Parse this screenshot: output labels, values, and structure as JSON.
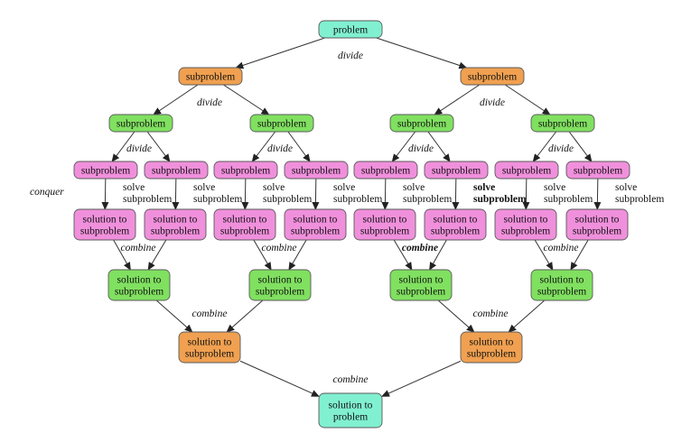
{
  "colors": {
    "problem": "#80f0d0",
    "orange": "#f0a050",
    "green": "#80e060",
    "pink": "#f090dc"
  },
  "nodes": [
    {
      "id": "root",
      "lines": [
        "problem"
      ],
      "color": "problem"
    },
    {
      "id": "L",
      "lines": [
        "subproblem"
      ],
      "color": "orange"
    },
    {
      "id": "R",
      "lines": [
        "subproblem"
      ],
      "color": "orange"
    },
    {
      "id": "LL",
      "lines": [
        "subproblem"
      ],
      "color": "green"
    },
    {
      "id": "LR",
      "lines": [
        "subproblem"
      ],
      "color": "green"
    },
    {
      "id": "RL",
      "lines": [
        "subproblem"
      ],
      "color": "green"
    },
    {
      "id": "RR",
      "lines": [
        "subproblem"
      ],
      "color": "green"
    },
    {
      "id": "p1",
      "lines": [
        "subproblem"
      ],
      "color": "pink"
    },
    {
      "id": "p2",
      "lines": [
        "subproblem"
      ],
      "color": "pink"
    },
    {
      "id": "p3",
      "lines": [
        "subproblem"
      ],
      "color": "pink"
    },
    {
      "id": "p4",
      "lines": [
        "subproblem"
      ],
      "color": "pink"
    },
    {
      "id": "p5",
      "lines": [
        "subproblem"
      ],
      "color": "pink"
    },
    {
      "id": "p6",
      "lines": [
        "subproblem"
      ],
      "color": "pink"
    },
    {
      "id": "p7",
      "lines": [
        "subproblem"
      ],
      "color": "pink"
    },
    {
      "id": "p8",
      "lines": [
        "subproblem"
      ],
      "color": "pink"
    },
    {
      "id": "s1",
      "lines": [
        "solution to",
        "subproblem"
      ],
      "color": "pink"
    },
    {
      "id": "s2",
      "lines": [
        "solution to",
        "subproblem"
      ],
      "color": "pink"
    },
    {
      "id": "s3",
      "lines": [
        "solution to",
        "subproblem"
      ],
      "color": "pink"
    },
    {
      "id": "s4",
      "lines": [
        "solution to",
        "subproblem"
      ],
      "color": "pink"
    },
    {
      "id": "s5",
      "lines": [
        "solution to",
        "subproblem"
      ],
      "color": "pink"
    },
    {
      "id": "s6",
      "lines": [
        "solution to",
        "subproblem"
      ],
      "color": "pink"
    },
    {
      "id": "s7",
      "lines": [
        "solution to",
        "subproblem"
      ],
      "color": "pink"
    },
    {
      "id": "s8",
      "lines": [
        "solution to",
        "subproblem"
      ],
      "color": "pink"
    },
    {
      "id": "g1",
      "lines": [
        "solution to",
        "subproblem"
      ],
      "color": "green"
    },
    {
      "id": "g2",
      "lines": [
        "solution to",
        "subproblem"
      ],
      "color": "green"
    },
    {
      "id": "g3",
      "lines": [
        "solution to",
        "subproblem"
      ],
      "color": "green"
    },
    {
      "id": "g4",
      "lines": [
        "solution to",
        "subproblem"
      ],
      "color": "green"
    },
    {
      "id": "o1",
      "lines": [
        "solution to",
        "subproblem"
      ],
      "color": "orange"
    },
    {
      "id": "o2",
      "lines": [
        "solution to",
        "subproblem"
      ],
      "color": "orange"
    },
    {
      "id": "final",
      "lines": [
        "solution to",
        "problem"
      ],
      "color": "problem"
    }
  ],
  "edges": [
    [
      "root",
      "L"
    ],
    [
      "root",
      "R"
    ],
    [
      "L",
      "LL"
    ],
    [
      "L",
      "LR"
    ],
    [
      "R",
      "RL"
    ],
    [
      "R",
      "RR"
    ],
    [
      "LL",
      "p1"
    ],
    [
      "LL",
      "p2"
    ],
    [
      "LR",
      "p3"
    ],
    [
      "LR",
      "p4"
    ],
    [
      "RL",
      "p5"
    ],
    [
      "RL",
      "p6"
    ],
    [
      "RR",
      "p7"
    ],
    [
      "RR",
      "p8"
    ],
    [
      "p1",
      "s1"
    ],
    [
      "p2",
      "s2"
    ],
    [
      "p3",
      "s3"
    ],
    [
      "p4",
      "s4"
    ],
    [
      "p5",
      "s5"
    ],
    [
      "p6",
      "s6"
    ],
    [
      "p7",
      "s7"
    ],
    [
      "p8",
      "s8"
    ],
    [
      "s1",
      "g1"
    ],
    [
      "s2",
      "g1"
    ],
    [
      "s3",
      "g2"
    ],
    [
      "s4",
      "g2"
    ],
    [
      "s5",
      "g3"
    ],
    [
      "s6",
      "g3"
    ],
    [
      "s7",
      "g4"
    ],
    [
      "s8",
      "g4"
    ],
    [
      "g1",
      "o1"
    ],
    [
      "g2",
      "o1"
    ],
    [
      "g3",
      "o2"
    ],
    [
      "g4",
      "o2"
    ],
    [
      "o1",
      "final"
    ],
    [
      "o2",
      "final"
    ]
  ],
  "labels": [
    {
      "id": "divide-top",
      "text": [
        "divide"
      ],
      "style": "italic"
    },
    {
      "id": "divide-L",
      "text": [
        "divide"
      ],
      "style": "italic"
    },
    {
      "id": "divide-R",
      "text": [
        "divide"
      ],
      "style": "italic"
    },
    {
      "id": "divide-LL",
      "text": [
        "divide"
      ],
      "style": "italic"
    },
    {
      "id": "divide-LR",
      "text": [
        "divide"
      ],
      "style": "italic"
    },
    {
      "id": "divide-RL",
      "text": [
        "divide"
      ],
      "style": "italic"
    },
    {
      "id": "divide-RR",
      "text": [
        "divide"
      ],
      "style": "italic"
    },
    {
      "id": "conquer",
      "text": [
        "conquer"
      ],
      "style": "italic"
    },
    {
      "id": "solve-1",
      "text": [
        "solve",
        "subproblem"
      ],
      "style": "normal"
    },
    {
      "id": "solve-2",
      "text": [
        "solve",
        "subproblem"
      ],
      "style": "normal"
    },
    {
      "id": "solve-3",
      "text": [
        "solve",
        "subproblem"
      ],
      "style": "normal"
    },
    {
      "id": "solve-4",
      "text": [
        "solve",
        "subproblem"
      ],
      "style": "normal"
    },
    {
      "id": "solve-5",
      "text": [
        "solve",
        "subproblem"
      ],
      "style": "normal"
    },
    {
      "id": "solve-6",
      "text": [
        "solve",
        "subproblem"
      ],
      "style": "bold"
    },
    {
      "id": "solve-7",
      "text": [
        "solve",
        "subproblem"
      ],
      "style": "normal"
    },
    {
      "id": "solve-8",
      "text": [
        "solve",
        "subproblem"
      ],
      "style": "normal"
    },
    {
      "id": "combine-g1",
      "text": [
        "combine"
      ],
      "style": "italic"
    },
    {
      "id": "combine-g2",
      "text": [
        "combine"
      ],
      "style": "italic"
    },
    {
      "id": "combine-g3",
      "text": [
        "combine"
      ],
      "style": "italic bold"
    },
    {
      "id": "combine-g4",
      "text": [
        "combine"
      ],
      "style": "italic"
    },
    {
      "id": "combine-o1",
      "text": [
        "combine"
      ],
      "style": "italic"
    },
    {
      "id": "combine-o2",
      "text": [
        "combine"
      ],
      "style": "italic"
    },
    {
      "id": "combine-final",
      "text": [
        "combine"
      ],
      "style": "italic"
    }
  ]
}
